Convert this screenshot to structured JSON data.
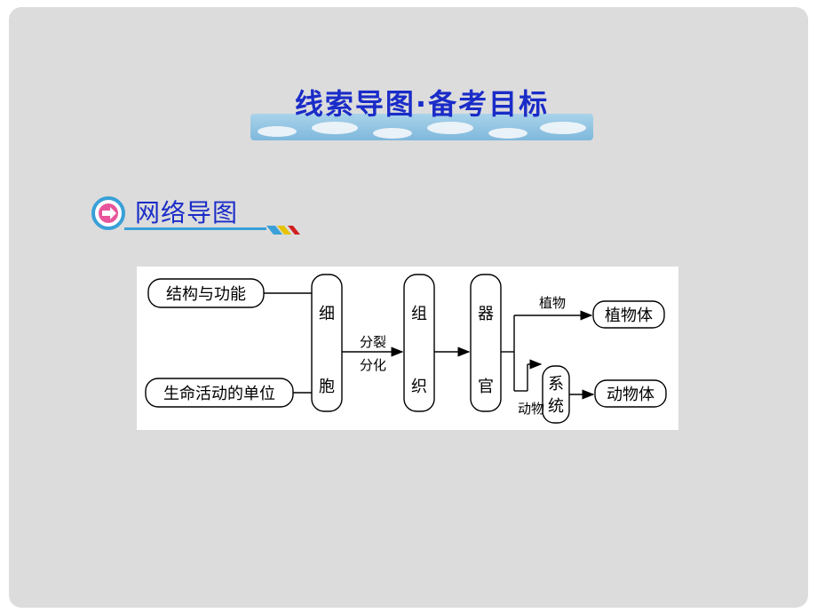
{
  "title": "线索导图·备考目标",
  "section": {
    "label": "网络导图",
    "icon": "arrow-bullet-icon"
  },
  "diagram": {
    "source1": "结构与功能",
    "source2": "生命活动的单位",
    "cell": [
      "细",
      "胞"
    ],
    "edge1": [
      "分裂",
      "分化"
    ],
    "tissue": [
      "组",
      "织"
    ],
    "organ": [
      "器",
      "官"
    ],
    "plant_label": "植物",
    "plant_body": "植物体",
    "animal_label": "动物",
    "system": [
      "系",
      "统"
    ],
    "animal_body": "动物体"
  }
}
